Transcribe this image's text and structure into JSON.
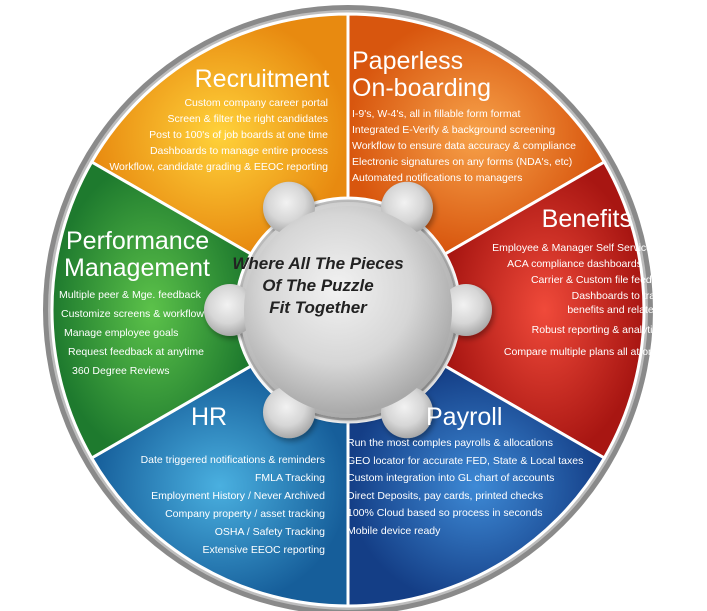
{
  "center": {
    "lines": [
      "Where All The Pieces",
      "Of The Puzzle",
      "Fit Together"
    ]
  },
  "segments": {
    "recruitment": {
      "title": [
        "Recruitment"
      ],
      "items": [
        "Custom company career portal",
        "Screen & filter the right candidates",
        "Post to 100's of job boards at one time",
        "Dashboards to manage entire process",
        "Workflow, candidate grading & EEOC reporting"
      ],
      "color": "#F2A11E"
    },
    "onboarding": {
      "title": [
        "Paperless",
        "On-boarding"
      ],
      "items": [
        "I-9's, W-4's, all in fillable form format",
        "Integrated E-Verify & background screening",
        "Workflow to ensure data accuracy & compliance",
        "Electronic signatures on any forms (NDA's, etc)",
        "Automated notifications to managers"
      ],
      "color": "#E86A1C"
    },
    "benefits": {
      "title": [
        "Benefits"
      ],
      "items": [
        "Employee & Manager Self Service",
        "ACA compliance dashboards",
        "Carrier & Custom file feeds",
        "Dashboards to track all",
        "benefits and related costs",
        "Robust reporting & analytics",
        "Compare multiple plans all at once"
      ],
      "color": "#D42A1E"
    },
    "payroll": {
      "title": [
        "Payroll"
      ],
      "items": [
        "Run the most comples payrolls & allocations",
        "GEO locator for accurate FED, State & Local taxes",
        "Custom integration into GL chart of accounts",
        "Direct Deposits, pay cards, printed checks",
        "100% Cloud based so process in seconds",
        "Mobile device ready"
      ],
      "color": "#1E5FA8"
    },
    "hr": {
      "title": [
        "HR"
      ],
      "items": [
        "Date triggered notifications & reminders",
        "FMLA Tracking",
        "Employment History / Never Archived",
        "Company property / asset tracking",
        "OSHA / Safety Tracking",
        "Extensive EEOC reporting"
      ],
      "color": "#1E82B4"
    },
    "performance": {
      "title": [
        "Performance",
        "Management"
      ],
      "items": [
        "Multiple peer & Mge. feedback",
        "Customize screens & workflow",
        "Manage employee goals",
        "Request feedback at anytime",
        "360 Degree Reviews"
      ],
      "color": "#2E9A3E"
    }
  }
}
